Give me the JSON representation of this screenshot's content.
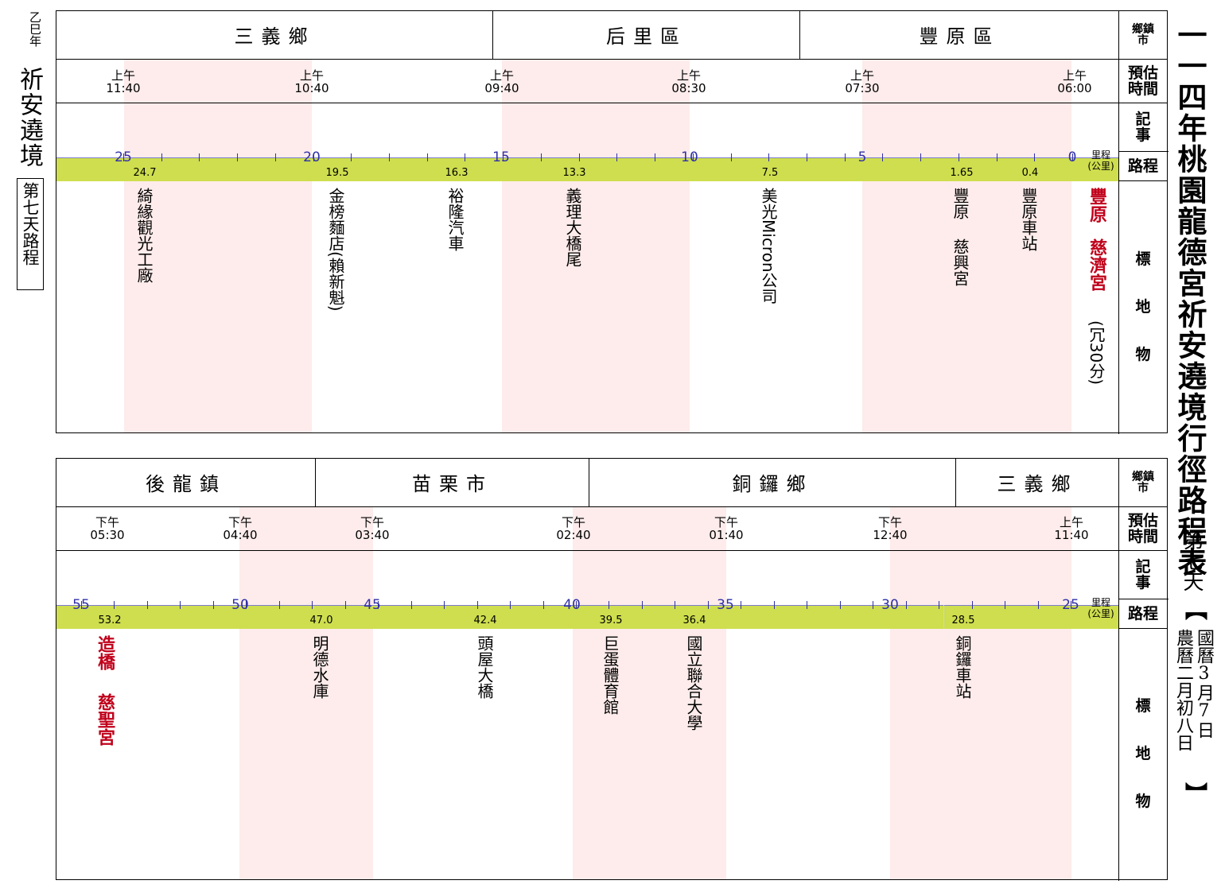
{
  "left_margin": {
    "date": "乙巳年",
    "title": "祈安遶境",
    "day_box": "第七天路程"
  },
  "right_margin": {
    "title": "一一四年桃園龍德宮祈安遶境行徑路程表",
    "day": "第七天",
    "bracket_open": "【",
    "bracket_close": "】",
    "solar_date": "國曆3月7日",
    "lunar_date": "農曆二月初八日"
  },
  "row_headers": {
    "township": "鄉鎮市",
    "time": "預估時間",
    "notes": "記事",
    "route": "路程",
    "landmarks": "標地物",
    "unit_label": "里程",
    "unit": "(公里)"
  },
  "top_table": {
    "districts": [
      "三義鄉",
      "后里區",
      "豐原區"
    ],
    "times": [
      {
        "period": "上午",
        "time": "11:40"
      },
      {
        "period": "上午",
        "time": "10:40"
      },
      {
        "period": "上午",
        "time": "09:40"
      },
      {
        "period": "上午",
        "time": "08:30"
      },
      {
        "period": "上午",
        "time": "07:30"
      },
      {
        "period": "上午",
        "time": "06:00"
      }
    ],
    "km_marks": [
      "25",
      "20",
      "15",
      "10",
      "5",
      "0"
    ],
    "stations": [
      "24.7",
      "19.5",
      "16.3",
      "13.3",
      "7.5",
      "1.65",
      "0.4"
    ],
    "landmarks": [
      "綺緣觀光工廠",
      "金榜麵店(賴新魁)",
      "裕隆汽車",
      "義理大橋尾",
      "美光Micron公司",
      "豐原 慈興宮",
      "豐原車站"
    ],
    "start": {
      "name1": "豐原",
      "name2": "慈濟宮",
      "note": "(冗30分)"
    }
  },
  "bottom_table": {
    "districts": [
      "後龍鎮",
      "苗栗市",
      "銅鑼鄉",
      "三義鄉"
    ],
    "times": [
      {
        "period": "下午",
        "time": "05:30"
      },
      {
        "period": "下午",
        "time": "04:40"
      },
      {
        "period": "下午",
        "time": "03:40"
      },
      {
        "period": "下午",
        "time": "02:40"
      },
      {
        "period": "下午",
        "time": "01:40"
      },
      {
        "period": "下午",
        "time": "12:40"
      },
      {
        "period": "上午",
        "time": "11:40"
      }
    ],
    "km_marks": [
      "55",
      "50",
      "45",
      "40",
      "35",
      "30",
      "25"
    ],
    "stations": [
      "53.2",
      "47.0",
      "42.4",
      "39.5",
      "36.4",
      "28.5"
    ],
    "landmarks": [
      "明德水庫",
      "頭屋大橋",
      "巨蛋體育館",
      "國立聯合大學",
      "銅鑼車站"
    ],
    "end": {
      "name1": "造橋",
      "name2": "慈聖宮"
    }
  },
  "colors": {
    "band": "#fdeceb",
    "route_bar": "#cede4e",
    "km_text": "#3030a8",
    "red": "#c0001a"
  }
}
